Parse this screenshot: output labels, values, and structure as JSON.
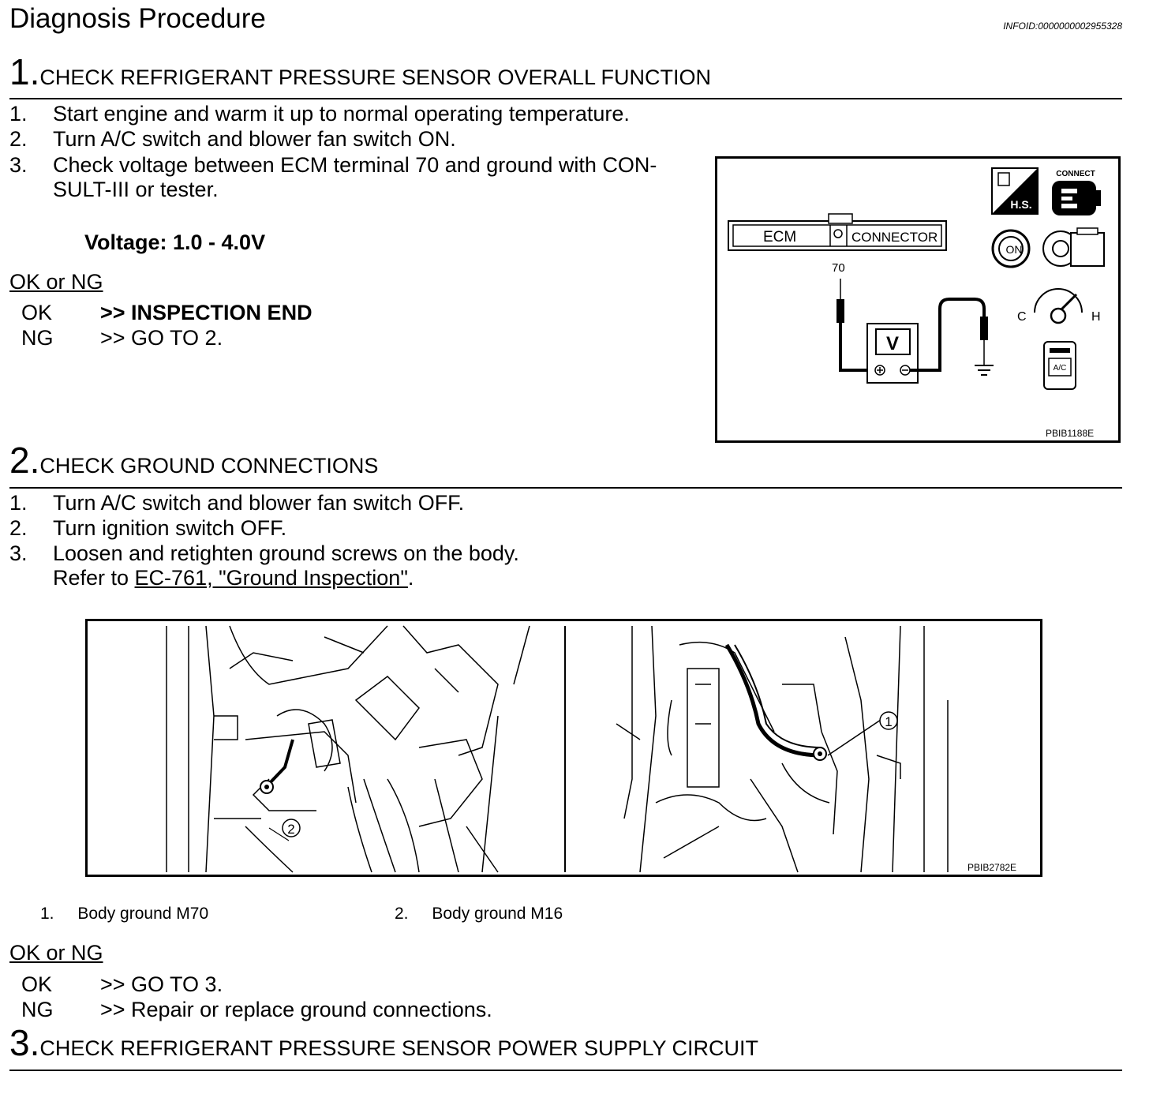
{
  "header": {
    "title": "Diagnosis Procedure",
    "infoid": "INFOID:0000000002955328"
  },
  "step1": {
    "number": "1.",
    "title": "CHECK REFRIGERANT PRESSURE SENSOR OVERALL FUNCTION",
    "items": [
      {
        "n": "1.",
        "text": "Start engine and warm it up to normal operating temperature."
      },
      {
        "n": "2.",
        "text": "Turn A/C switch and blower fan switch ON."
      },
      {
        "n": "3.",
        "text": "Check voltage between ECM terminal 70 and ground with CON-",
        "text2": "SULT-III or tester."
      }
    ],
    "spec": "Voltage: 1.0 - 4.0V",
    "okng_label": "OK or NG",
    "ok_key": "OK",
    "ok_val": ">> INSPECTION END",
    "ng_key": "NG",
    "ng_val": ">> GO TO 2."
  },
  "figure1": {
    "ecm_label": "ECM",
    "connector_label": "CONNECTOR",
    "terminal": "70",
    "meter_label": "V",
    "connect_label": "CONNECT",
    "hs_label": "H.S.",
    "on_label": "ON",
    "c_label": "C",
    "h_label": "H",
    "ac_label": "A/C",
    "code": "PBIB1188E"
  },
  "step2": {
    "number": "2.",
    "title": "CHECK GROUND CONNECTIONS",
    "items": [
      {
        "n": "1.",
        "text": "Turn A/C switch and blower fan switch OFF."
      },
      {
        "n": "2.",
        "text": "Turn ignition switch OFF."
      },
      {
        "n": "3.",
        "text": "Loosen and retighten ground screws on the body."
      }
    ],
    "refer_prefix": "Refer to ",
    "refer_link": "EC-761, \"Ground Inspection\"",
    "refer_suffix": ".",
    "figure_code": "PBIB2782E",
    "callout_1": "1",
    "callout_2": "2",
    "captions": [
      {
        "n": "1.",
        "text": "Body ground M70"
      },
      {
        "n": "2.",
        "text": "Body ground M16"
      }
    ],
    "okng_label": "OK or NG",
    "ok_key": "OK",
    "ok_val": ">> GO TO 3.",
    "ng_key": "NG",
    "ng_val": ">> Repair or replace ground connections."
  },
  "step3": {
    "number": "3.",
    "title": "CHECK REFRIGERANT PRESSURE SENSOR POWER SUPPLY CIRCUIT"
  }
}
